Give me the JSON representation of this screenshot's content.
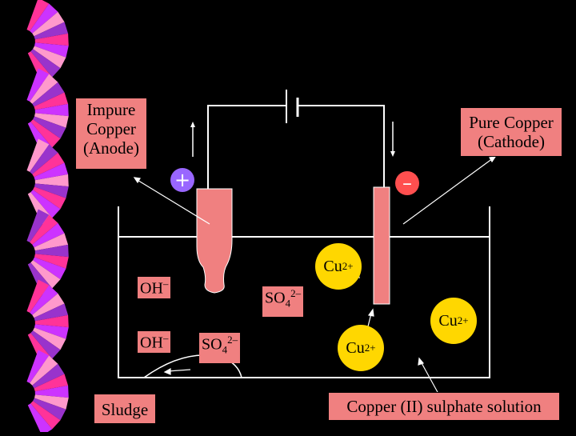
{
  "labels": {
    "anode": [
      "Impure",
      "Copper",
      "(Anode)"
    ],
    "cathode": [
      "Pure Copper",
      "(Cathode)"
    ],
    "sludge": "Sludge",
    "solution": "Copper (II) sulphate solution"
  },
  "signs": {
    "plus": "+",
    "minus": "–"
  },
  "ions": {
    "oh1": {
      "base": "OH",
      "sup": "–"
    },
    "oh2": {
      "base": "OH",
      "sup": "–"
    },
    "so4_1": {
      "base": "SO",
      "sub": "4",
      "sup": "2–"
    },
    "so4_2": {
      "base": "SO",
      "sub": "4",
      "sup": "2–"
    },
    "cu1": {
      "base": "Cu",
      "sup": "2+"
    },
    "cu2": {
      "base": "Cu",
      "sup": "2+"
    },
    "cu3": {
      "base": "Cu",
      "sup": "2+"
    }
  },
  "colors": {
    "background": "#000000",
    "label_fill": "#f08080",
    "ion_disc": "#ffd700",
    "plus_disc": "#9966ff",
    "minus_disc": "#ff4f4f",
    "wire": "#ffffff",
    "border_stripes": [
      "#ff3399",
      "#cc33ff",
      "#ff99cc",
      "#9933cc"
    ]
  }
}
